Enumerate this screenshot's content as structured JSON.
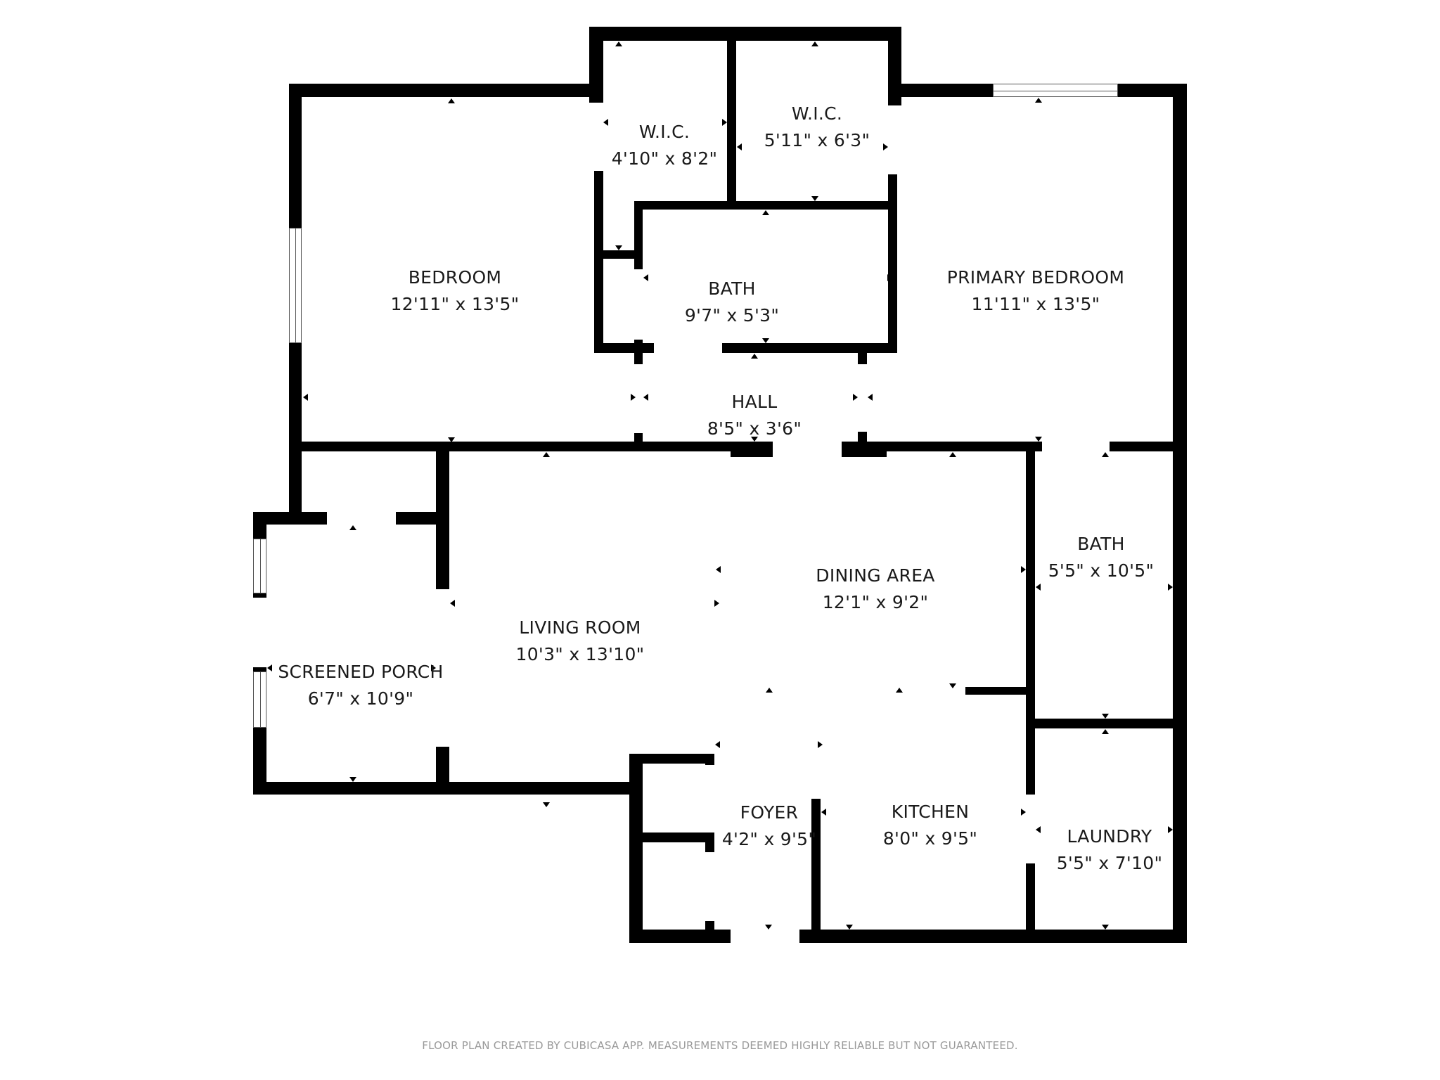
{
  "floor_plan": {
    "rooms": [
      {
        "id": "bedroom",
        "name": "BEDROOM",
        "dimensions": "12'11\" x 13'5\""
      },
      {
        "id": "wic-1",
        "name": "W.I.C.",
        "dimensions": "4'10\" x 8'2\""
      },
      {
        "id": "wic-2",
        "name": "W.I.C.",
        "dimensions": "5'11\" x 6'3\""
      },
      {
        "id": "bath-1",
        "name": "BATH",
        "dimensions": "9'7\" x 5'3\""
      },
      {
        "id": "primary-bedroom",
        "name": "PRIMARY BEDROOM",
        "dimensions": "11'11\" x 13'5\""
      },
      {
        "id": "hall",
        "name": "HALL",
        "dimensions": "8'5\" x 3'6\""
      },
      {
        "id": "bath-2",
        "name": "BATH",
        "dimensions": "5'5\" x 10'5\""
      },
      {
        "id": "dining-area",
        "name": "DINING AREA",
        "dimensions": "12'1\" x 9'2\""
      },
      {
        "id": "living-room",
        "name": "LIVING ROOM",
        "dimensions": "10'3\" x 13'10\""
      },
      {
        "id": "screened-porch",
        "name": "SCREENED PORCH",
        "dimensions": "6'7\" x 10'9\""
      },
      {
        "id": "foyer",
        "name": "FOYER",
        "dimensions": "4'2\" x 9'5\""
      },
      {
        "id": "kitchen",
        "name": "KITCHEN",
        "dimensions": "8'0\" x 9'5\""
      },
      {
        "id": "laundry",
        "name": "LAUNDRY",
        "dimensions": "5'5\" x 7'10\""
      }
    ],
    "footer": "FLOOR PLAN CREATED BY CUBICASA APP. MEASUREMENTS DEEMED HIGHLY RELIABLE BUT NOT GUARANTEED.",
    "colors": {
      "wall": "#000000",
      "background": "#ffffff",
      "label": "#1a1a1a",
      "footer": "#9a9a9a"
    }
  }
}
